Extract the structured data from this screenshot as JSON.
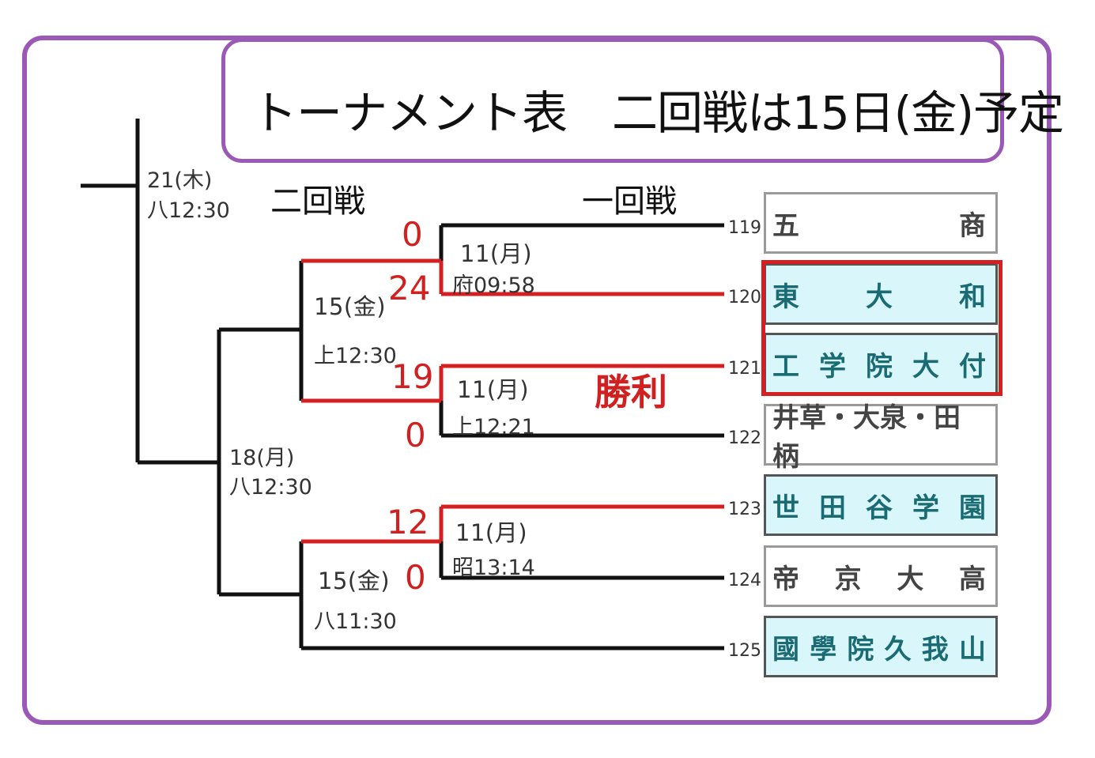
{
  "title": "トーナメント表　二回戦は15日(金)予定",
  "headers": {
    "round2": "二回戦",
    "round1": "一回戦"
  },
  "final": {
    "date": "21(木)",
    "venue_time": "八12:30"
  },
  "semi": {
    "date": "18(月)",
    "venue_time": "八12:30"
  },
  "r2_top": {
    "date": "15(金)",
    "venue_time": "上12:30",
    "score_a": "24",
    "score_b": "19"
  },
  "r2_bottom": {
    "date": "15(金)",
    "venue_time": "八11:30",
    "score_a": "12",
    "score_b": "0"
  },
  "r1_a": {
    "date": "11(月)",
    "venue_time": "府09:58",
    "score_top": "0"
  },
  "r1_b": {
    "date": "11(月)",
    "venue_time": "上12:21",
    "score_bottom": "0"
  },
  "r1_c": {
    "date": "11(月)",
    "venue_time": "昭13:14"
  },
  "win_label": "勝利",
  "teams": [
    {
      "num": "119",
      "name": [
        "五",
        "商"
      ],
      "advanced": false
    },
    {
      "num": "120",
      "name": [
        "東",
        "大",
        "和"
      ],
      "advanced": true
    },
    {
      "num": "121",
      "name": [
        "工",
        "学",
        "院",
        "大",
        "付"
      ],
      "advanced": true
    },
    {
      "num": "122",
      "name": [
        "井草・大泉・田柄"
      ],
      "advanced": false
    },
    {
      "num": "123",
      "name": [
        "世",
        "田",
        "谷",
        "学",
        "園"
      ],
      "advanced": true
    },
    {
      "num": "124",
      "name": [
        "帝",
        "京",
        "大",
        "高"
      ],
      "advanced": false
    },
    {
      "num": "125",
      "name": [
        "國",
        "學",
        "院",
        "久",
        "我",
        "山"
      ],
      "advanced": true
    }
  ],
  "colors": {
    "frame": "#9b59b6",
    "winner_line": "#d42020",
    "advanced_fill": "#d9f6fb"
  }
}
